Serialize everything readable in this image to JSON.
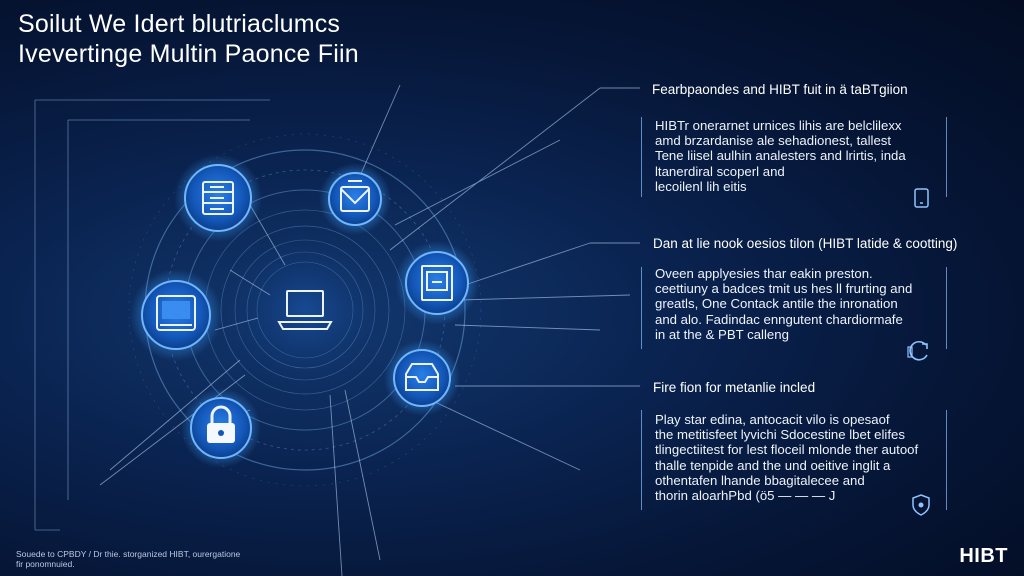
{
  "header": {
    "title_line1": "Soilut We Idert blutriaclumcs",
    "title_line2": "Ivevertinge Multin Paonce Fiin"
  },
  "sections": [
    {
      "heading": "Fearbpaondes and HIBT fuit in ä taBTgiion",
      "lines": [
        "HIBTr onerarnet urnices lihis are belclilexx",
        "amd brzardanise ale sehadionest, tallest",
        "Tene liisel aulhin analesters and lrirtis, inda",
        "ltanerdiral scoperl and",
        "lecoilenl lih eitis"
      ],
      "icon": "phone-icon"
    },
    {
      "heading": "Dan at lie nook oesios tilon (HIBT latide & cootting)",
      "lines": [
        "Oveen applyesies thar eakin preston.",
        "ceettiuny a badces tmit us hes ll frurting and",
        "greatls, One Contack antile the inronation",
        "and alo. Fadindac enngutent chardiormafe",
        "in at the & PBT calleng"
      ],
      "icon": "refresh-icon"
    },
    {
      "heading": "Fire fion for metanlie incled",
      "lines": [
        "Play star edina, antocacit vilo is opesaof",
        "the metitisfeet lyvichi Sdocestine lbet elifes",
        "tlingectiitest for lest floceil mlonde ther autoof",
        "thalle tenpide and the und oeitive inglit a",
        "othentafen lhande bbagitalecee and",
        "thorin aloarhPbd (ö5 — — — J"
      ],
      "icon": "shield-icon"
    }
  ],
  "footnote": {
    "line1": "Souede to CPBDY / Dr thie. storganized HIBT, ourergatione",
    "line2": "fir ponomnuied."
  },
  "brand": "HIBT",
  "colors": {
    "accent": "#2f8cff",
    "node_glow": "#3aa0ff",
    "background": "#061637"
  },
  "diagram": {
    "center_icon": "laptop-icon",
    "nodes": [
      "server-icon",
      "mail-icon",
      "tablet-icon",
      "document-icon",
      "inbox-icon",
      "lock-icon"
    ]
  }
}
